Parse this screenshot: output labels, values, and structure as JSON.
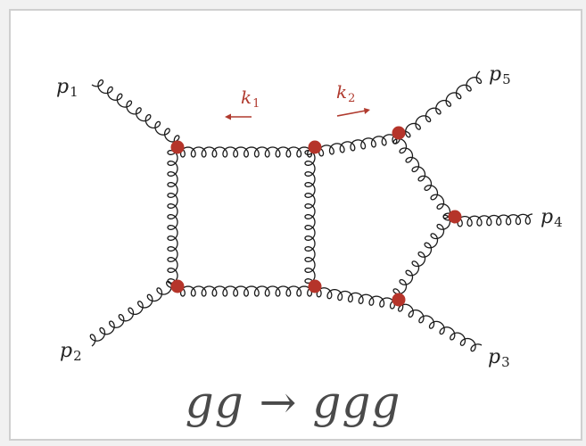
{
  "diagram": {
    "process": "gg → ggg",
    "external_momenta": [
      {
        "id": "p1",
        "base": "p",
        "sub": "1"
      },
      {
        "id": "p2",
        "base": "p",
        "sub": "2"
      },
      {
        "id": "p3",
        "base": "p",
        "sub": "3"
      },
      {
        "id": "p4",
        "base": "p",
        "sub": "4"
      },
      {
        "id": "p5",
        "base": "p",
        "sub": "5"
      }
    ],
    "loop_momenta": [
      {
        "id": "k1",
        "base": "k",
        "sub": "1"
      },
      {
        "id": "k2",
        "base": "k",
        "sub": "2"
      }
    ],
    "colors": {
      "vertex": "#b5342a",
      "gluon": "#1a1a1a",
      "arrow": "#b03a2e",
      "frame": "#cfcfcf"
    }
  }
}
